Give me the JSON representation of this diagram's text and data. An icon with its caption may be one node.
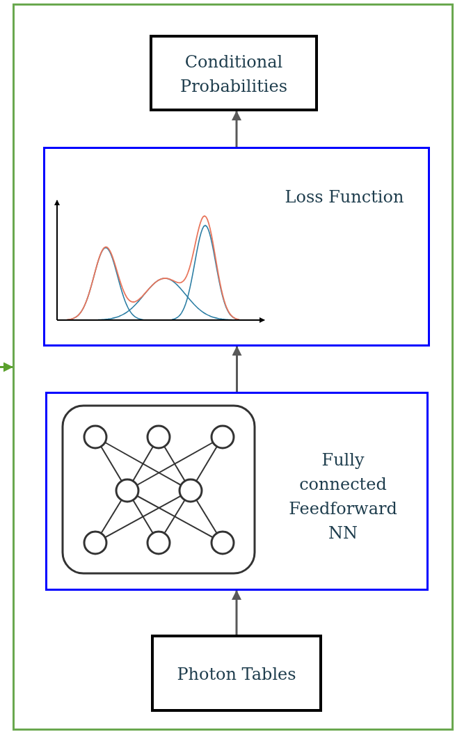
{
  "diagram": {
    "nodes": [
      {
        "text": [],
        "shape": "box"
      },
      {
        "text": [
          "Conditional Probabilities"
        ],
        "in": 0
      },
      {
        "text": [
          "Loss Function"
        ],
        "in": 0
      },
      {
        "text": [
          "Fully connected Feedforward NN"
        ],
        "in": 0
      },
      {
        "text": [
          "Photon Tables"
        ],
        "in": 0
      }
    ],
    "edges": [
      {
        "from": 4,
        "to": 3,
        "arrow": "to"
      },
      {
        "from": 3,
        "to": 2,
        "arrow": "to"
      },
      {
        "from": 2,
        "to": 1,
        "arrow": "to"
      },
      {
        "from": null,
        "to": 0,
        "arrow": "to",
        "color": "#5aa02c"
      }
    ]
  }
}
